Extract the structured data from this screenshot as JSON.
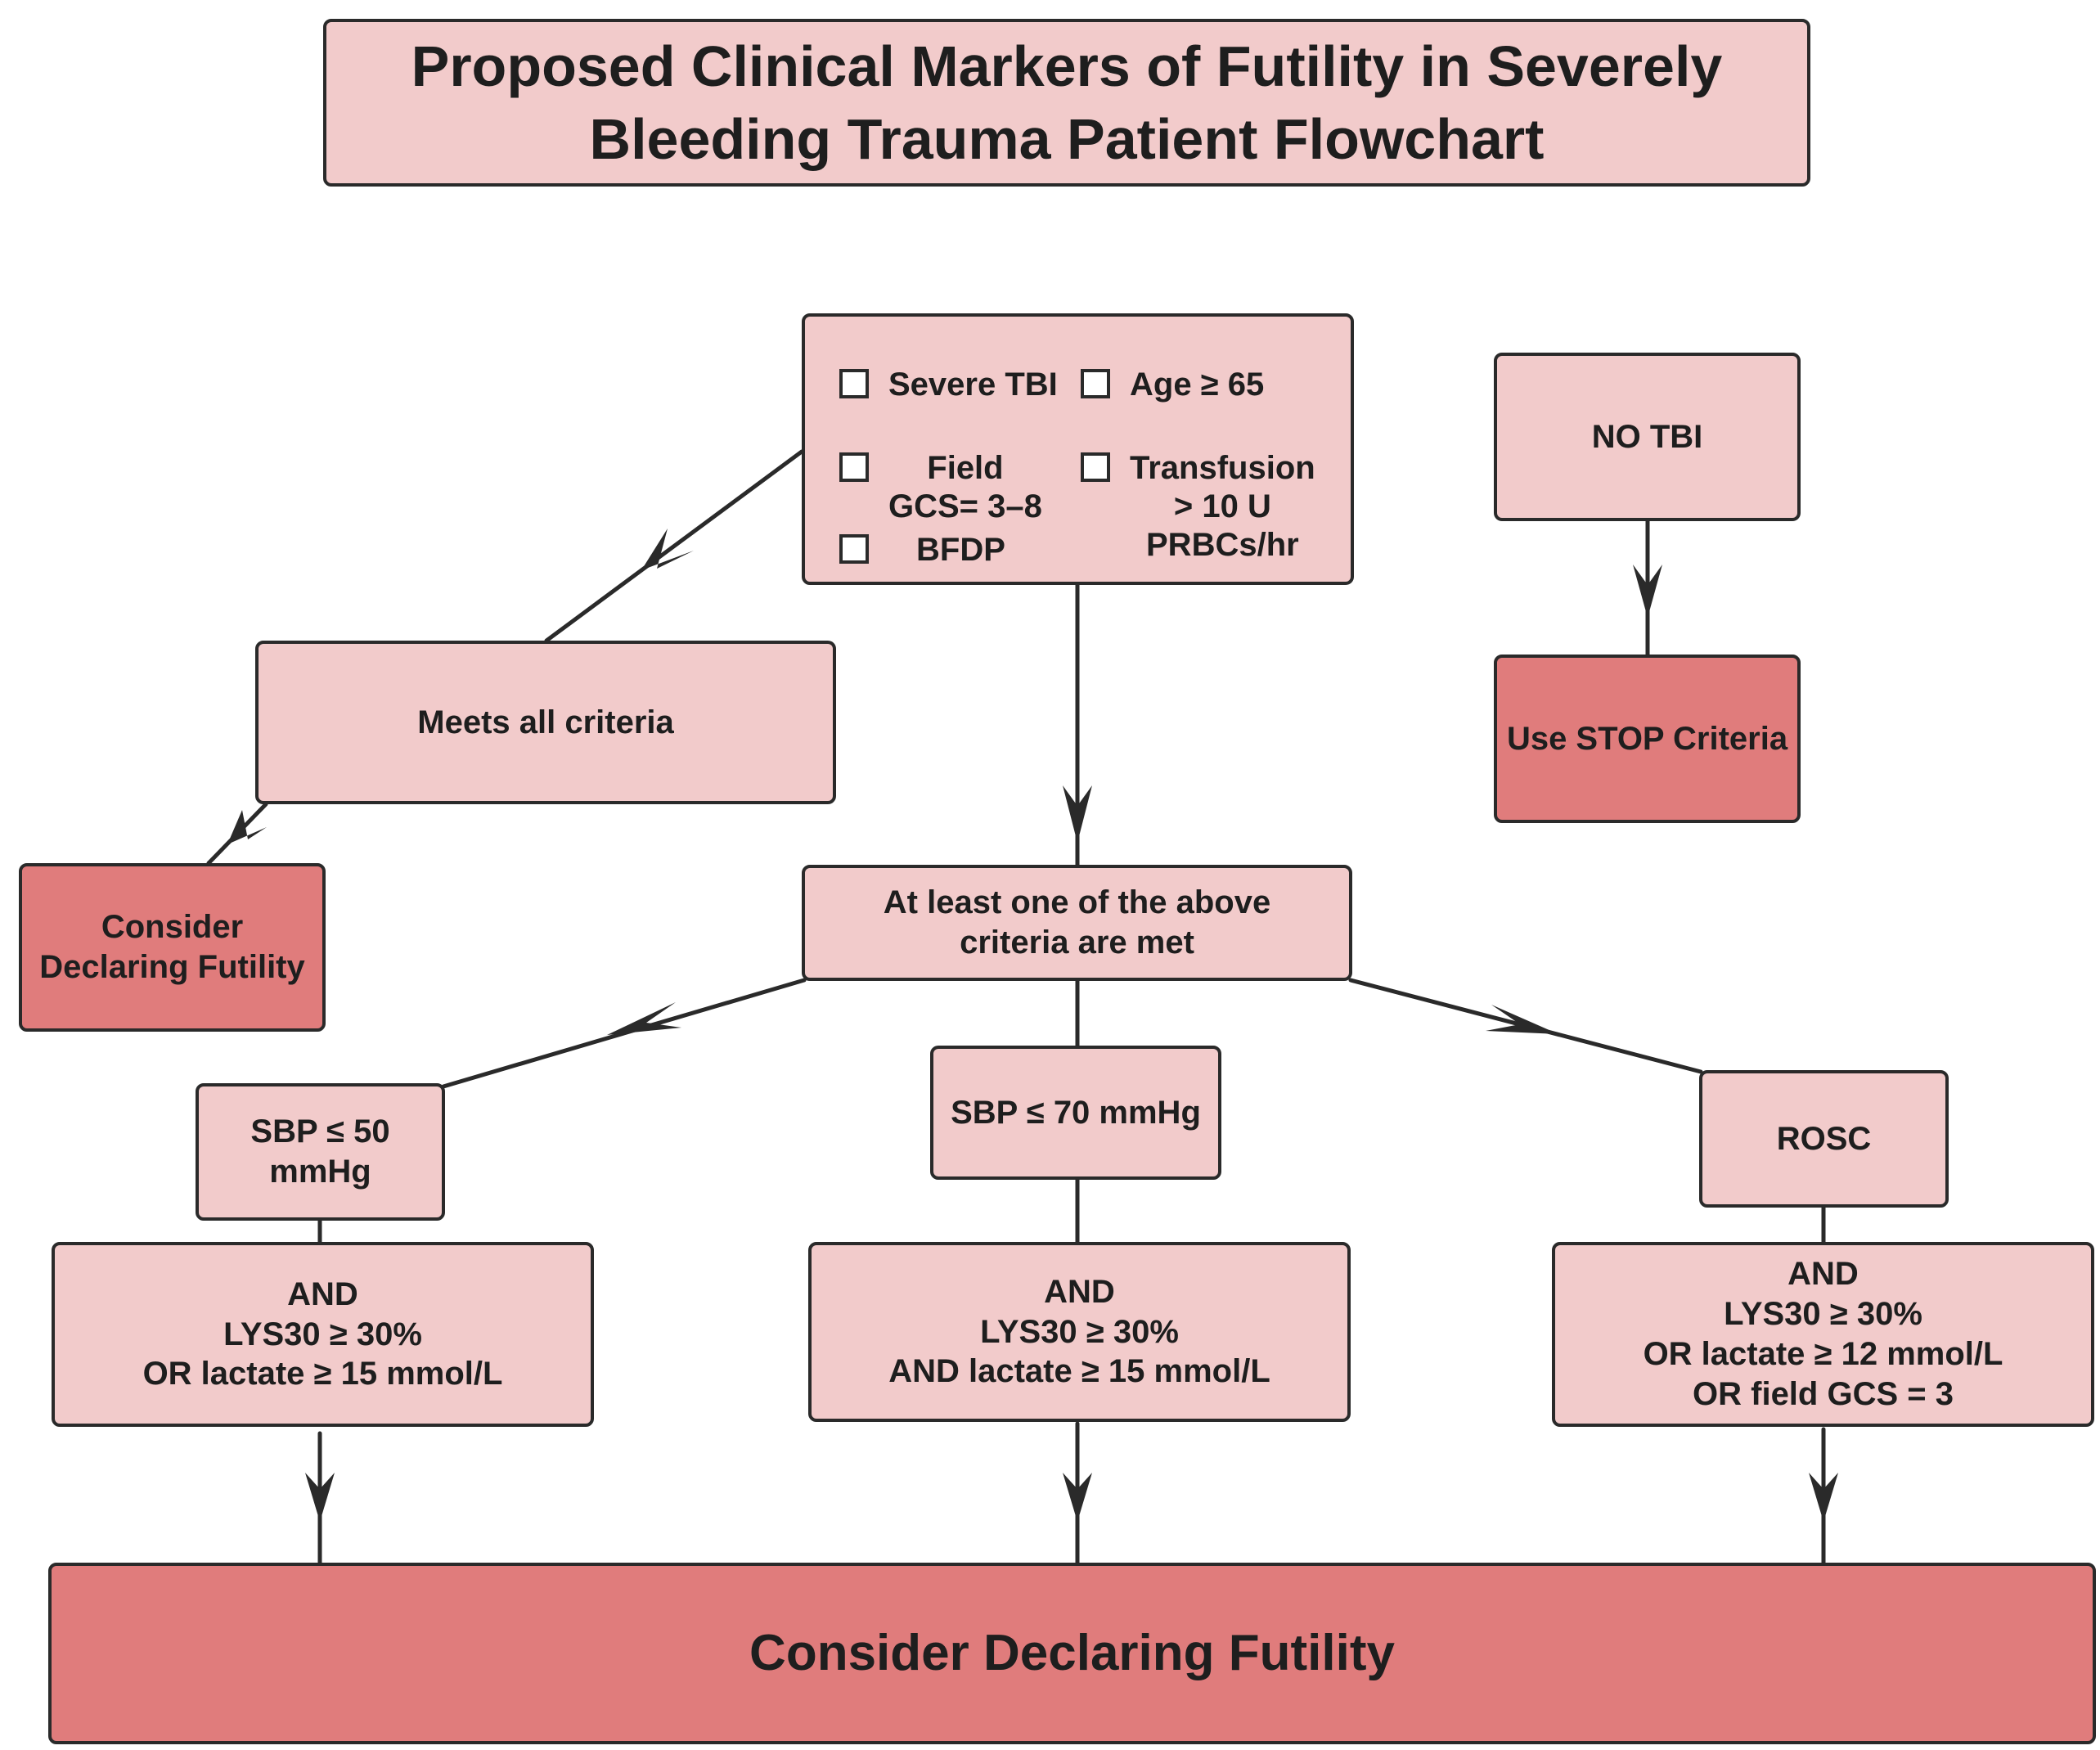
{
  "title": {
    "lines": [
      "Proposed Clinical Markers of Futility in Severely",
      "Bleeding Trauma Patient Flowchart"
    ]
  },
  "criteria": [
    {
      "lines": [
        "Severe TBI"
      ]
    },
    {
      "lines": [
        "Age ≥ 65"
      ]
    },
    {
      "lines": [
        "Field",
        "GCS= 3–8"
      ]
    },
    {
      "lines": [
        "Transfusion",
        "> 10 U",
        "PRBCs/hr"
      ]
    },
    {
      "lines": [
        "BFDP"
      ]
    }
  ],
  "no_tbi": "NO TBI",
  "stop_criteria": "Use STOP Criteria",
  "meets_all": "Meets all criteria",
  "consider_left": {
    "lines": [
      "Consider",
      "Declaring Futility"
    ]
  },
  "at_least_one": {
    "lines": [
      "At least one of the above",
      "criteria are met"
    ]
  },
  "branches": [
    {
      "condition": {
        "lines": [
          "SBP ≤ 50",
          "mmHg"
        ]
      },
      "requirement": {
        "lines": [
          "AND",
          "LYS30 ≥ 30%",
          "OR lactate ≥ 15 mmol/L"
        ]
      }
    },
    {
      "condition": {
        "lines": [
          "SBP ≤ 70 mmHg"
        ]
      },
      "requirement": {
        "lines": [
          "AND",
          "LYS30 ≥ 30%",
          "AND lactate ≥ 15 mmol/L"
        ]
      }
    },
    {
      "condition": {
        "lines": [
          "ROSC"
        ]
      },
      "requirement": {
        "lines": [
          "AND",
          "LYS30 ≥ 30%",
          "OR lactate ≥ 12 mmol/L",
          "OR field GCS = 3"
        ]
      }
    }
  ],
  "final": "Consider Declaring Futility",
  "colors": {
    "light_box": "#f2cbcb",
    "dark_box": "#e07c7c",
    "border": "#2a2a2a"
  }
}
